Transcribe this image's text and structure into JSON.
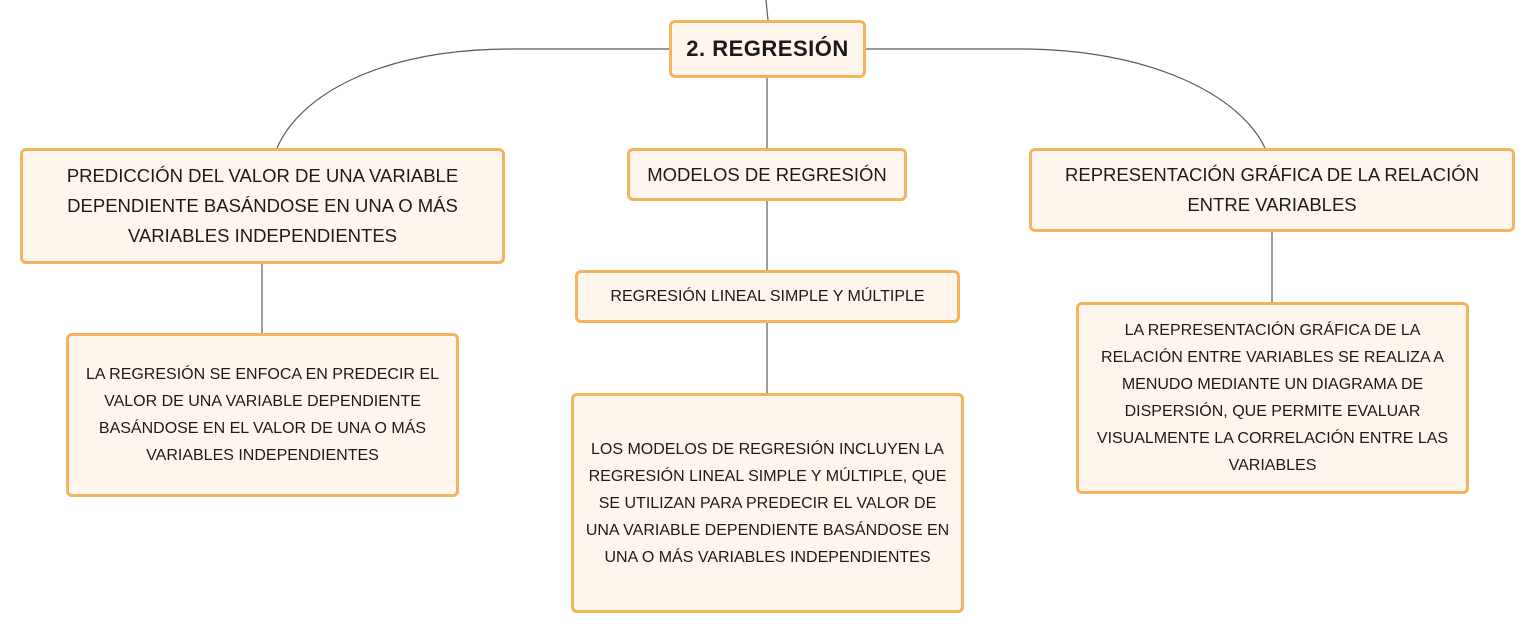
{
  "diagram": {
    "root": {
      "label": "2. REGRESIÓN"
    },
    "branches": [
      {
        "label": "PREDICCIÓN DEL VALOR DE UNA VARIABLE DEPENDIENTE BASÁNDOSE EN UNA O MÁS VARIABLES INDEPENDIENTES",
        "child": {
          "label": "LA REGRESIÓN SE ENFOCA EN PREDECIR EL VALOR DE UNA VARIABLE DEPENDIENTE BASÁNDOSE EN EL VALOR DE UNA O MÁS VARIABLES INDEPENDIENTES"
        }
      },
      {
        "label": "MODELOS DE REGRESIÓN",
        "child": {
          "label": "REGRESIÓN LINEAL SIMPLE Y MÚLTIPLE",
          "child": {
            "label": "LOS MODELOS DE REGRESIÓN INCLUYEN LA REGRESIÓN LINEAL SIMPLE Y MÚLTIPLE, QUE SE UTILIZAN PARA PREDECIR EL VALOR DE UNA VARIABLE DEPENDIENTE BASÁNDOSE EN UNA O MÁS VARIABLES INDEPENDIENTES"
          }
        }
      },
      {
        "label": "REPRESENTACIÓN GRÁFICA DE LA RELACIÓN ENTRE VARIABLES",
        "child": {
          "label": "LA REPRESENTACIÓN GRÁFICA DE LA RELACIÓN ENTRE VARIABLES SE REALIZA A MENUDO MEDIANTE UN DIAGRAMA DE DISPERSIÓN, QUE PERMITE EVALUAR VISUALMENTE LA CORRELACIÓN ENTRE LAS VARIABLES"
        }
      }
    ],
    "colors": {
      "node_fill": "#fef6ed",
      "node_border": "#f4b35e",
      "connector": "#5a5a5a",
      "text": "#1a1a1a"
    }
  }
}
